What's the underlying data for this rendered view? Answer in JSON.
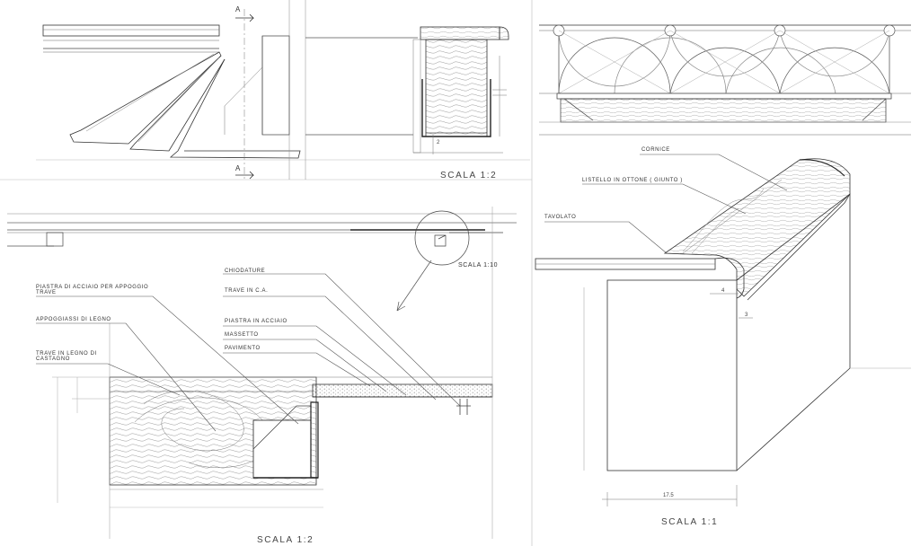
{
  "drawing": {
    "scales": {
      "top_left": "SCALA   1:2",
      "detail_circle": "SCALA  1:10",
      "bottom_left": "SCALA   1:2",
      "right": "SCALA   1:1"
    },
    "section_marks": {
      "top": "A",
      "bottom": "A"
    },
    "labels_left": {
      "chiodature": "CHIODATURE",
      "trave_ca": "TRAVE   IN   C.A.",
      "piastra_acciaio": "PIASTRA   IN   ACCIAIO",
      "massetto": "MASSETTO",
      "pavimento": "PAVIMENTO",
      "piastra_appoggio_line1": "PIASTRA  DI  ACCIAIO  PER  APPOGGIO",
      "piastra_appoggio_line2": "TRAVE",
      "appoggiassi": "APPOGGIASSI  DI  LEGNO",
      "trave_legno_line1": "TRAVE   IN   LEGNO   DI",
      "trave_legno_line2": "CASTAGNO"
    },
    "labels_right": {
      "cornice": "CORNICE",
      "listello": "LISTELLO   IN   OTTONE   ( GIUNTO )",
      "tavolato": "TAVOLATO"
    },
    "dimensions": {
      "d_4": "4",
      "d_3": "3",
      "d_175": "17.5",
      "d_2": "2"
    }
  }
}
